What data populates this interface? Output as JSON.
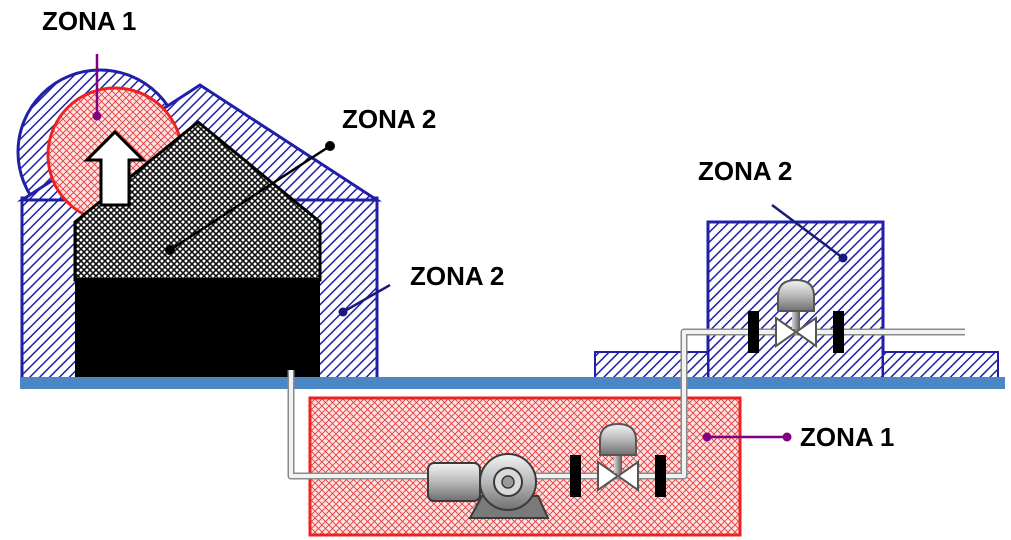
{
  "labels": {
    "zona1_top": "ZONA 1",
    "zona2_roof": "ZONA 2",
    "zona2_building": "ZONA 2",
    "zona2_right": "ZONA 2",
    "zona1_pit": "ZONA 1"
  },
  "colors": {
    "zone1": "#ee2222",
    "zone1_fill": "#fbe0e0",
    "zone2": "#1f1fa8",
    "zone2_fill": "#ffffff",
    "ground": "#4b87c4",
    "tank_body": "#000000",
    "pipe": "#bdbdbd",
    "leader_zone1": "#800080",
    "leader_zone2": "#1a1a7a"
  },
  "icons": {
    "vent": "arrow-up-icon",
    "pump": "pump-icon",
    "valve": "control-valve-icon"
  }
}
